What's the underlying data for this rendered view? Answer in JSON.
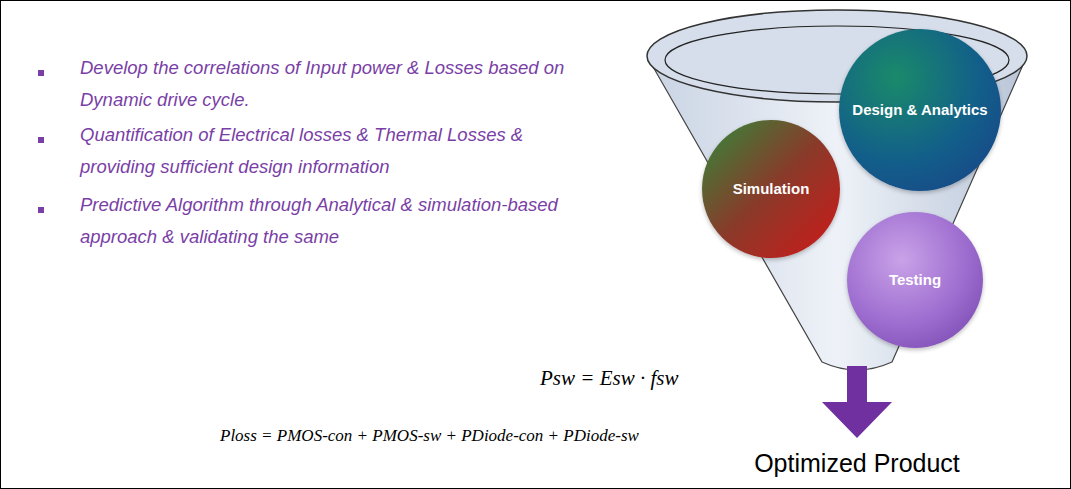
{
  "diagram": {
    "nodes": [
      {
        "text": [
          "Design & Analytics"
        ]
      },
      {
        "text": [
          "Simulation"
        ]
      },
      {
        "text": [
          "Testing"
        ]
      }
    ],
    "labels": [
      "Develop the correlations of Input power & Losses based on Dynamic drive cycle.",
      "Quantification of Electrical losses & Thermal Losses & providing sufficient design information",
      "Predictive Algorithm through Analytical & simulation-based approach & validating the same",
      "Psw = Esw · fsw",
      "Ploss = PMOS-con + PMOS-sw + PDiode-con + PDiode-sw",
      "Optimized Product"
    ]
  }
}
